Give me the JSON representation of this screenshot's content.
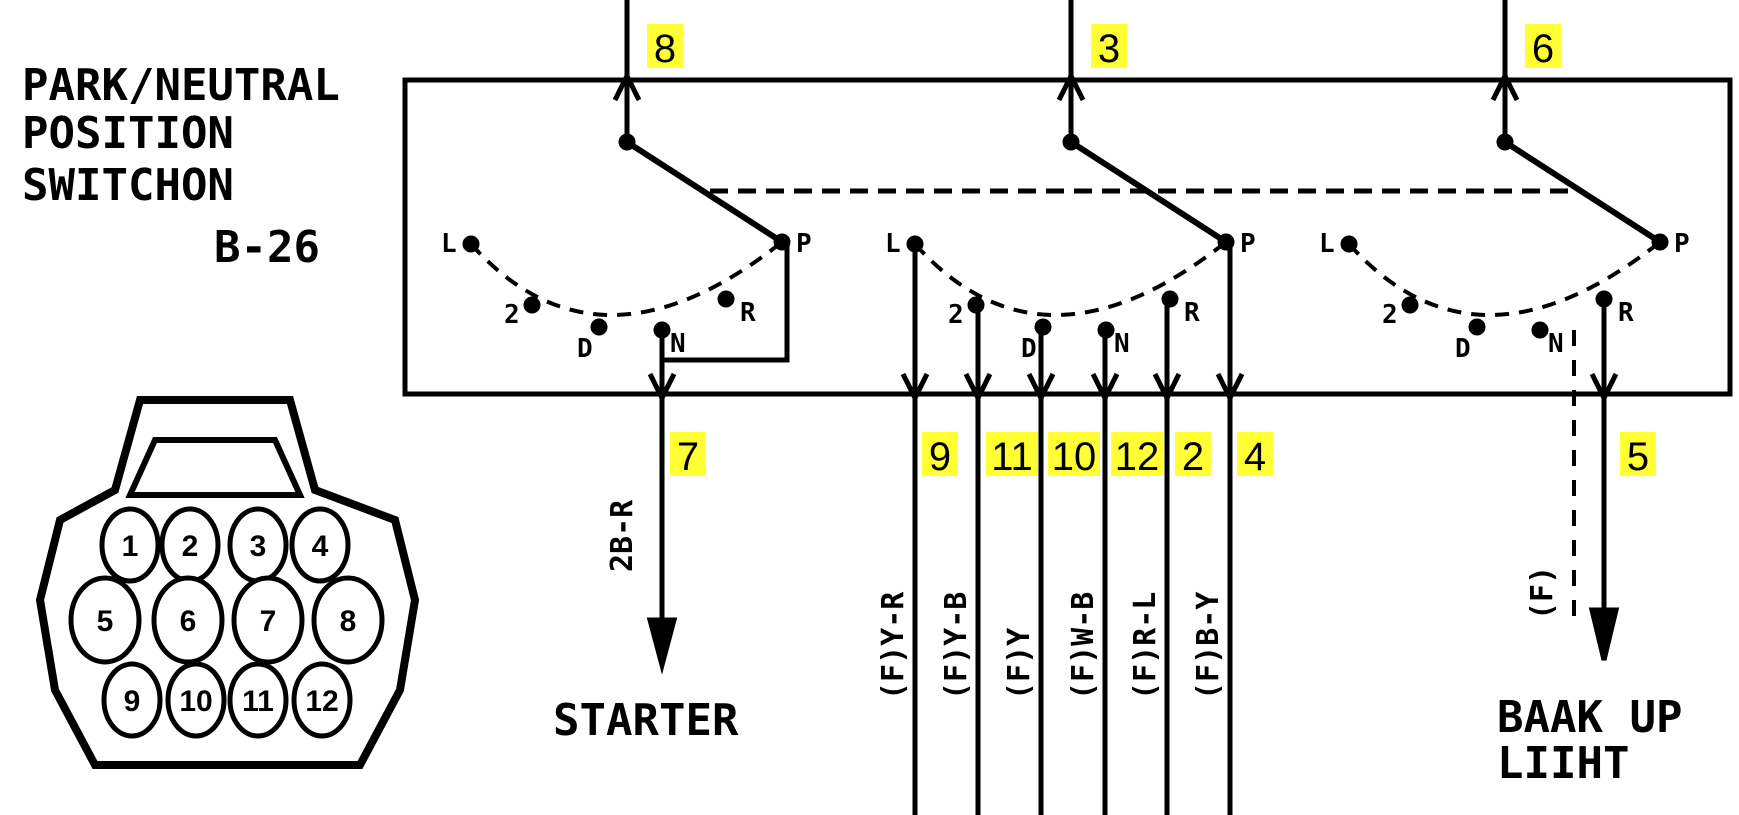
{
  "title": {
    "line1": "PARK/NEUTRAL",
    "line2": "POSITION",
    "line3": "SWITCHON",
    "ref": "B-26"
  },
  "top_pins": [
    "8",
    "3",
    "6"
  ],
  "positions": [
    "L",
    "2",
    "D",
    "N",
    "R",
    "P"
  ],
  "bottom_pins": {
    "starter": "7",
    "group": [
      "9",
      "11",
      "10",
      "12",
      "2",
      "4"
    ],
    "backup": "5"
  },
  "wire_labels": {
    "starter": "2B-R",
    "group": [
      "(F)Y-R",
      "(F)Y-B",
      "(F)Y",
      "(F)W-B",
      "(F)R-L",
      "(F)B-Y"
    ],
    "backup": "(F)"
  },
  "destinations": {
    "starter": "STARTER",
    "backup_line1": "BAAK UP",
    "backup_line2": "LIIHT"
  },
  "connector_pins": [
    "1",
    "2",
    "3",
    "4",
    "5",
    "6",
    "7",
    "8",
    "9",
    "10",
    "11",
    "12"
  ],
  "colors": {
    "highlight": "#ffff33",
    "ink": "#000000"
  }
}
